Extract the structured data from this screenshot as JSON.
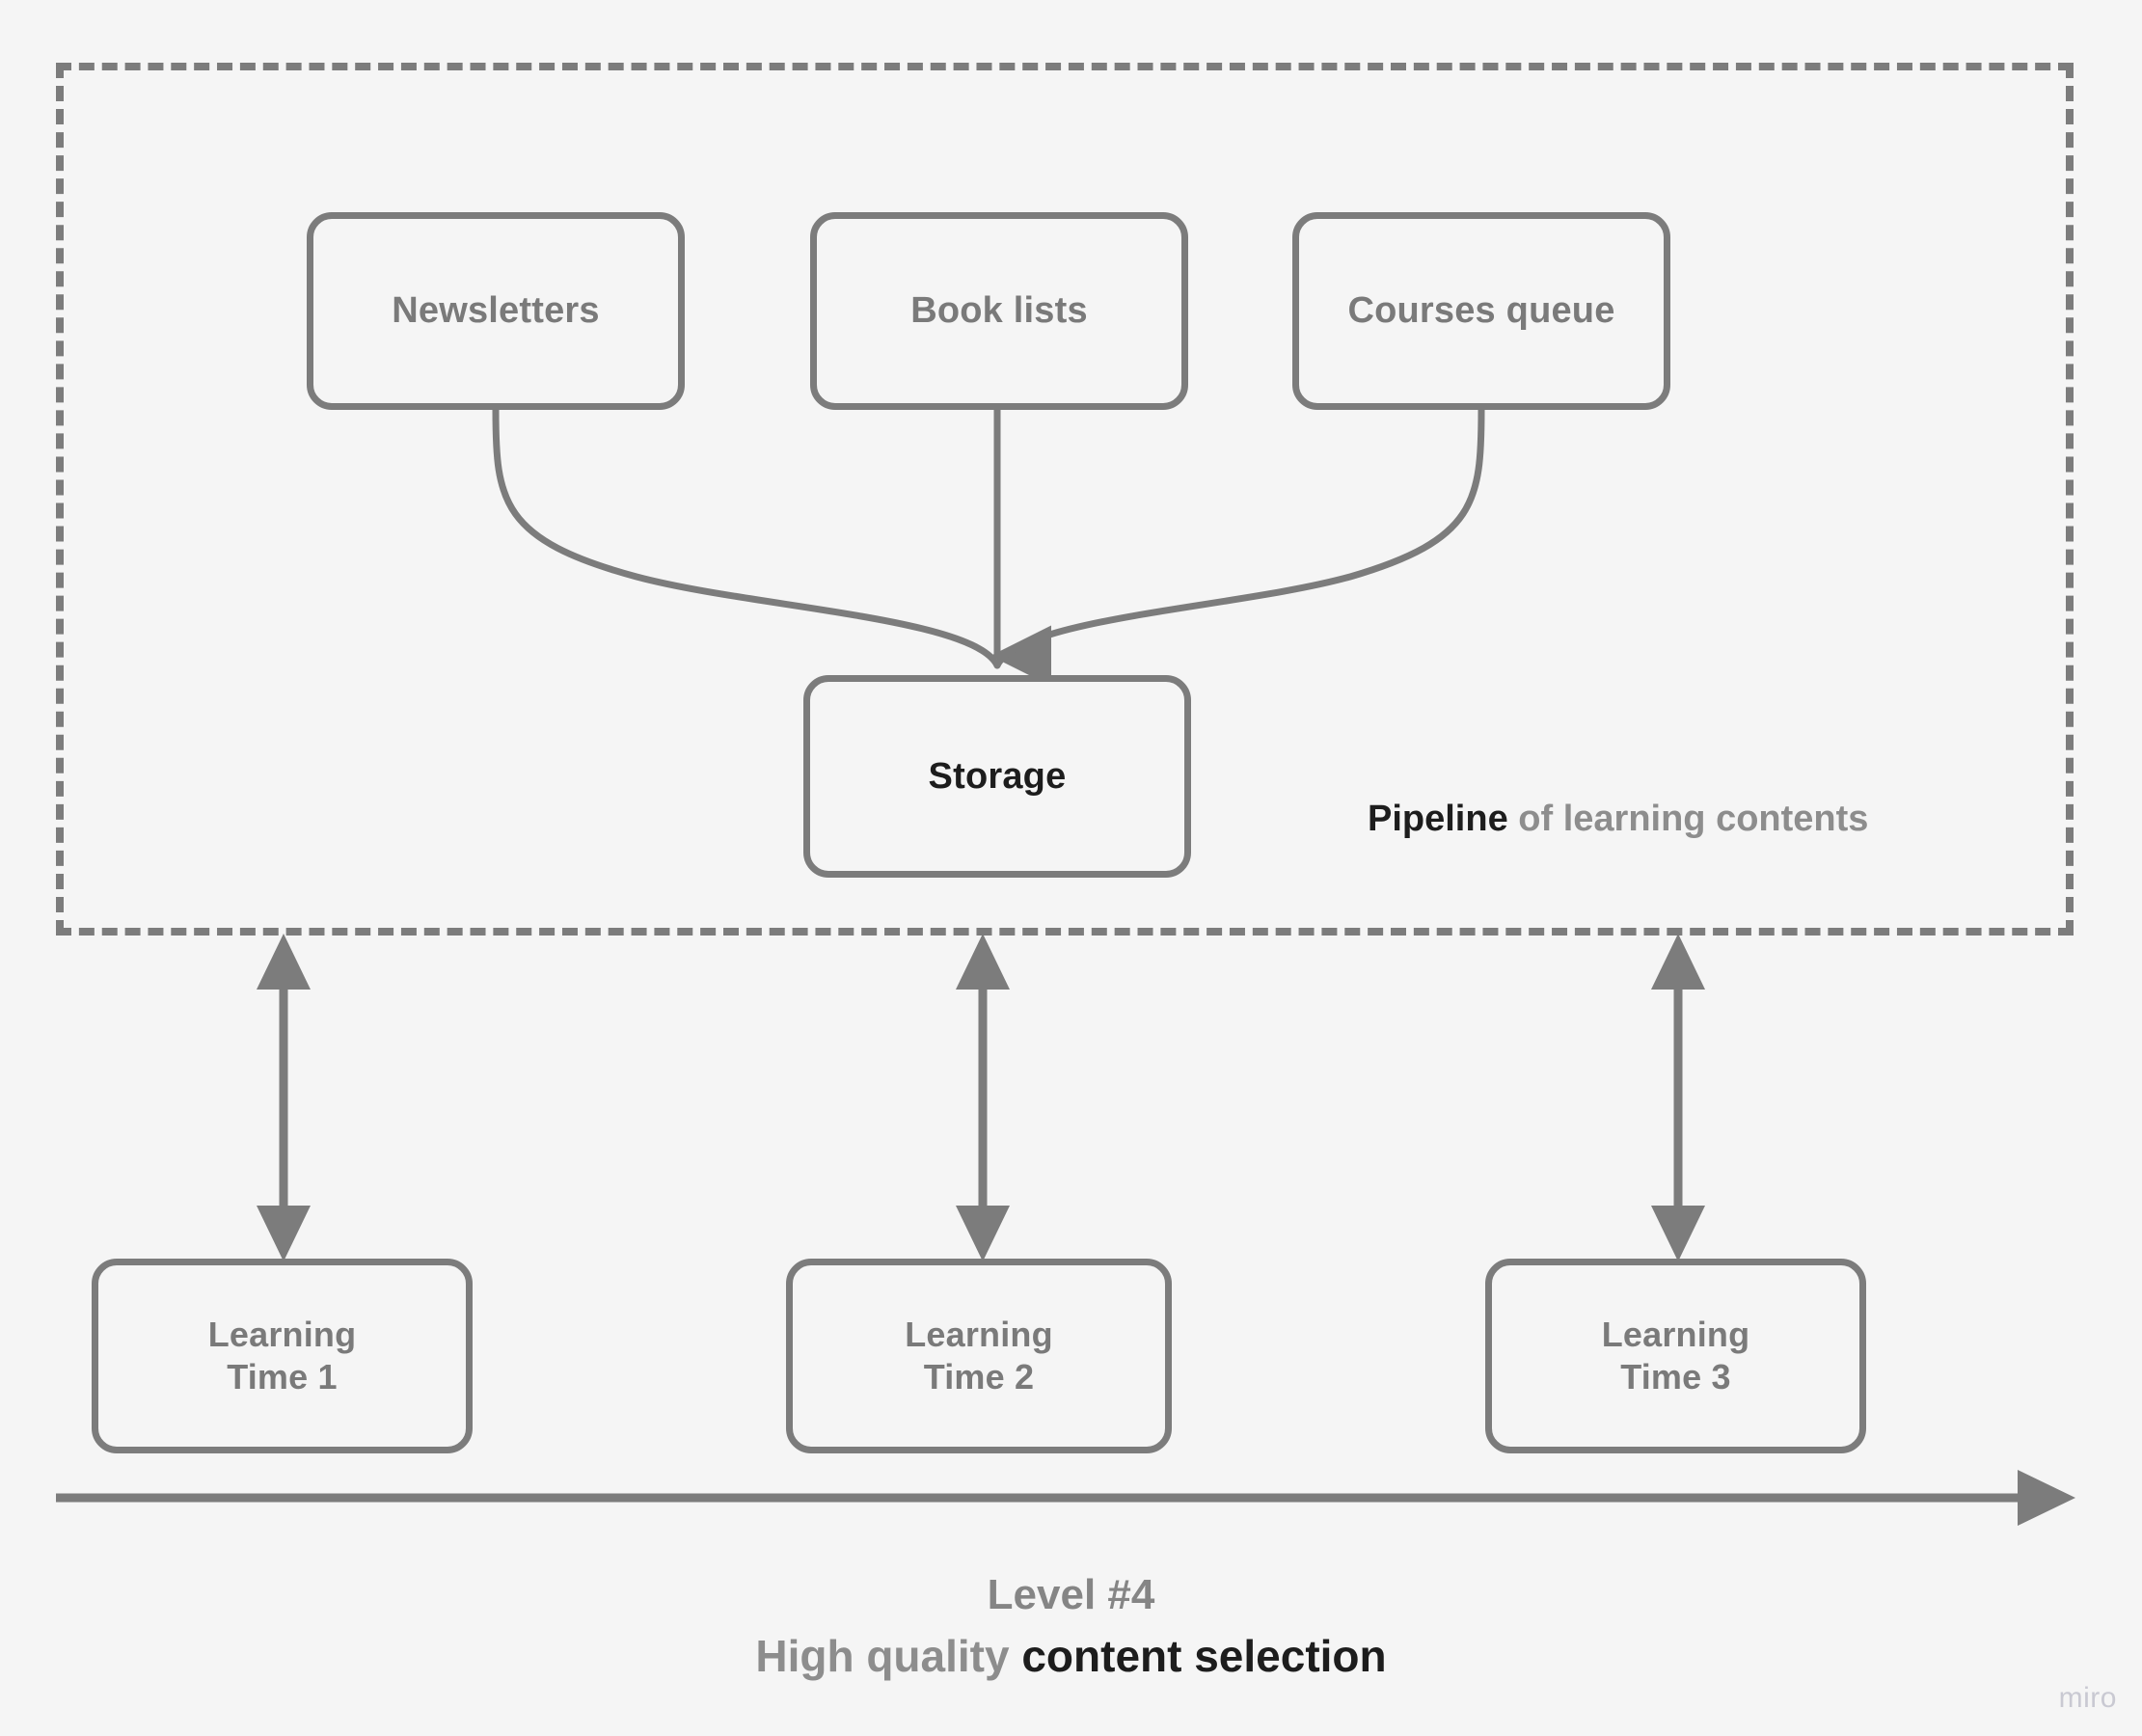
{
  "canvas": {
    "background_color": "#f5f5f5",
    "stroke_color": "#7c7c7c",
    "muted_text_color": "#8d8d8d",
    "strong_text_color": "#1d1d1d"
  },
  "pipeline": {
    "caption_strong": "Pipeline",
    "caption_muted": " of learning contents"
  },
  "sources": [
    {
      "label": "Newsletters"
    },
    {
      "label": "Book lists"
    },
    {
      "label": "Courses queue"
    }
  ],
  "storage": {
    "label": "Storage"
  },
  "learning_times": [
    {
      "line1": "Learning",
      "line2": "Time 1"
    },
    {
      "line1": "Learning",
      "line2": "Time 2"
    },
    {
      "line1": "Learning",
      "line2": "Time 3"
    }
  ],
  "footer": {
    "level": "Level #4",
    "selection_muted": "High quality ",
    "selection_strong": "content selection"
  },
  "watermark": {
    "label": "miro"
  },
  "icons": {
    "arrow_down": "arrow-down-icon",
    "arrow_bidirectional": "arrow-bidirectional-icon",
    "arrow_right": "arrow-right-icon"
  }
}
